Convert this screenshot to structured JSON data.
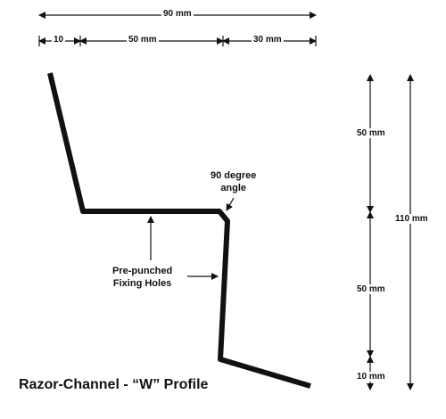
{
  "title": "Razor-Channel - “W” Profile",
  "dimensions": {
    "overall_width": "90 mm",
    "segment_left": "10",
    "segment_middle": "50 mm",
    "segment_right": "30 mm",
    "height_upper": "50 mm",
    "height_lower": "50 mm",
    "height_bottom": "10 mm",
    "height_total": "110 mm"
  },
  "annotations": {
    "angle_line1": "90 degree",
    "angle_line2": "angle",
    "holes_line1": "Pre-punched",
    "holes_line2": "Fixing Holes"
  },
  "colors": {
    "ink": "#111111",
    "background": "#ffffff"
  }
}
